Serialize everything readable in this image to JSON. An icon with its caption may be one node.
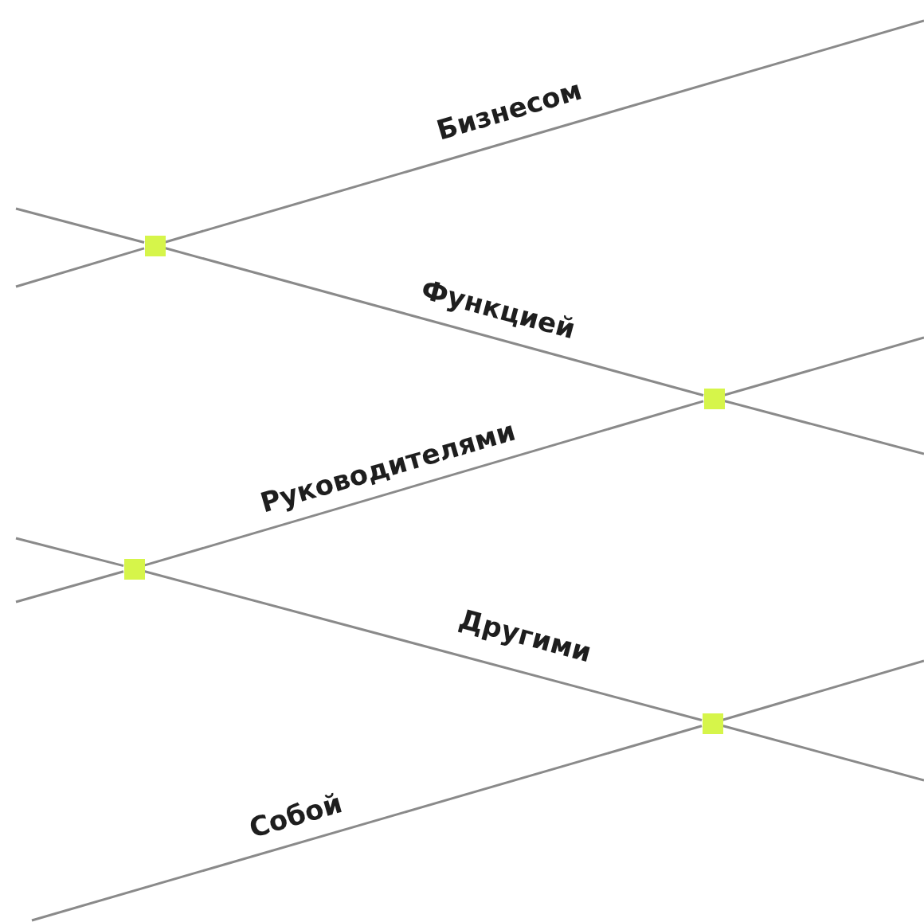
{
  "diagram": {
    "nodes": [
      {
        "text": [],
        "shape": "box"
      },
      {
        "text": [],
        "shape": "box"
      },
      {
        "text": [],
        "shape": "box"
      },
      {
        "text": [],
        "shape": "box"
      }
    ],
    "edges": [
      {
        "from": 0,
        "to": null,
        "arrow": "none",
        "label": "Бизнесом"
      },
      {
        "from": null,
        "to": 0,
        "arrow": "none"
      },
      {
        "from": 0,
        "to": 1,
        "arrow": "none",
        "label": "Функцией"
      },
      {
        "from": null,
        "to": 0,
        "arrow": "none"
      },
      {
        "from": 1,
        "to": null,
        "arrow": "none"
      },
      {
        "from": 2,
        "to": 1,
        "arrow": "none",
        "label": "Руководителями"
      },
      {
        "from": 1,
        "to": null,
        "arrow": "none"
      },
      {
        "from": null,
        "to": 2,
        "arrow": "none"
      },
      {
        "from": 2,
        "to": 3,
        "arrow": "none",
        "label": "Другими"
      },
      {
        "from": null,
        "to": 2,
        "arrow": "none"
      },
      {
        "from": 3,
        "to": null,
        "arrow": "none"
      },
      {
        "from": null,
        "to": 3,
        "arrow": "none",
        "label": "Собой"
      },
      {
        "from": 3,
        "to": null,
        "arrow": "none"
      }
    ]
  }
}
